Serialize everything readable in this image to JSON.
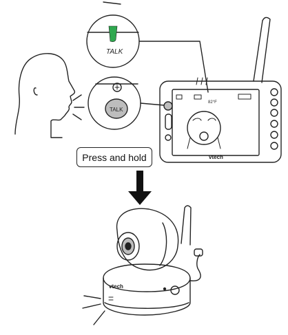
{
  "labels": {
    "talk_zoom": "TALK",
    "talk_button": "TALK",
    "press_and_hold": "Press and hold",
    "brand_monitor": "vtech",
    "brand_camera": "vtech",
    "temperature": "82°F"
  },
  "colors": {
    "led_green": "#2fa84f",
    "line": "#222222",
    "button_gray": "#bdbdbd"
  }
}
